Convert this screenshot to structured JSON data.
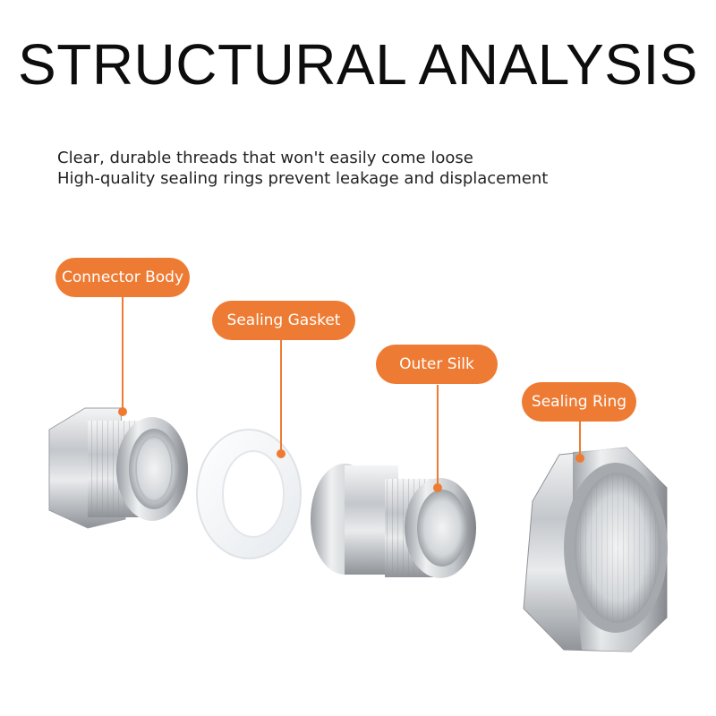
{
  "title": "STRUCTURAL ANALYSIS",
  "description": [
    "Clear, durable threads that won't easily come loose",
    "High-quality sealing rings prevent leakage and displacement"
  ],
  "labels": {
    "connector_body": "Connector Body",
    "sealing_gasket": "Sealing Gasket",
    "outer_silk": "Outer Silk",
    "sealing_ring": "Sealing Ring"
  },
  "colors": {
    "accent": "#ee7b33",
    "title": "#0d0d0d",
    "body_text": "#222222",
    "metal": "#c9ccd0"
  }
}
